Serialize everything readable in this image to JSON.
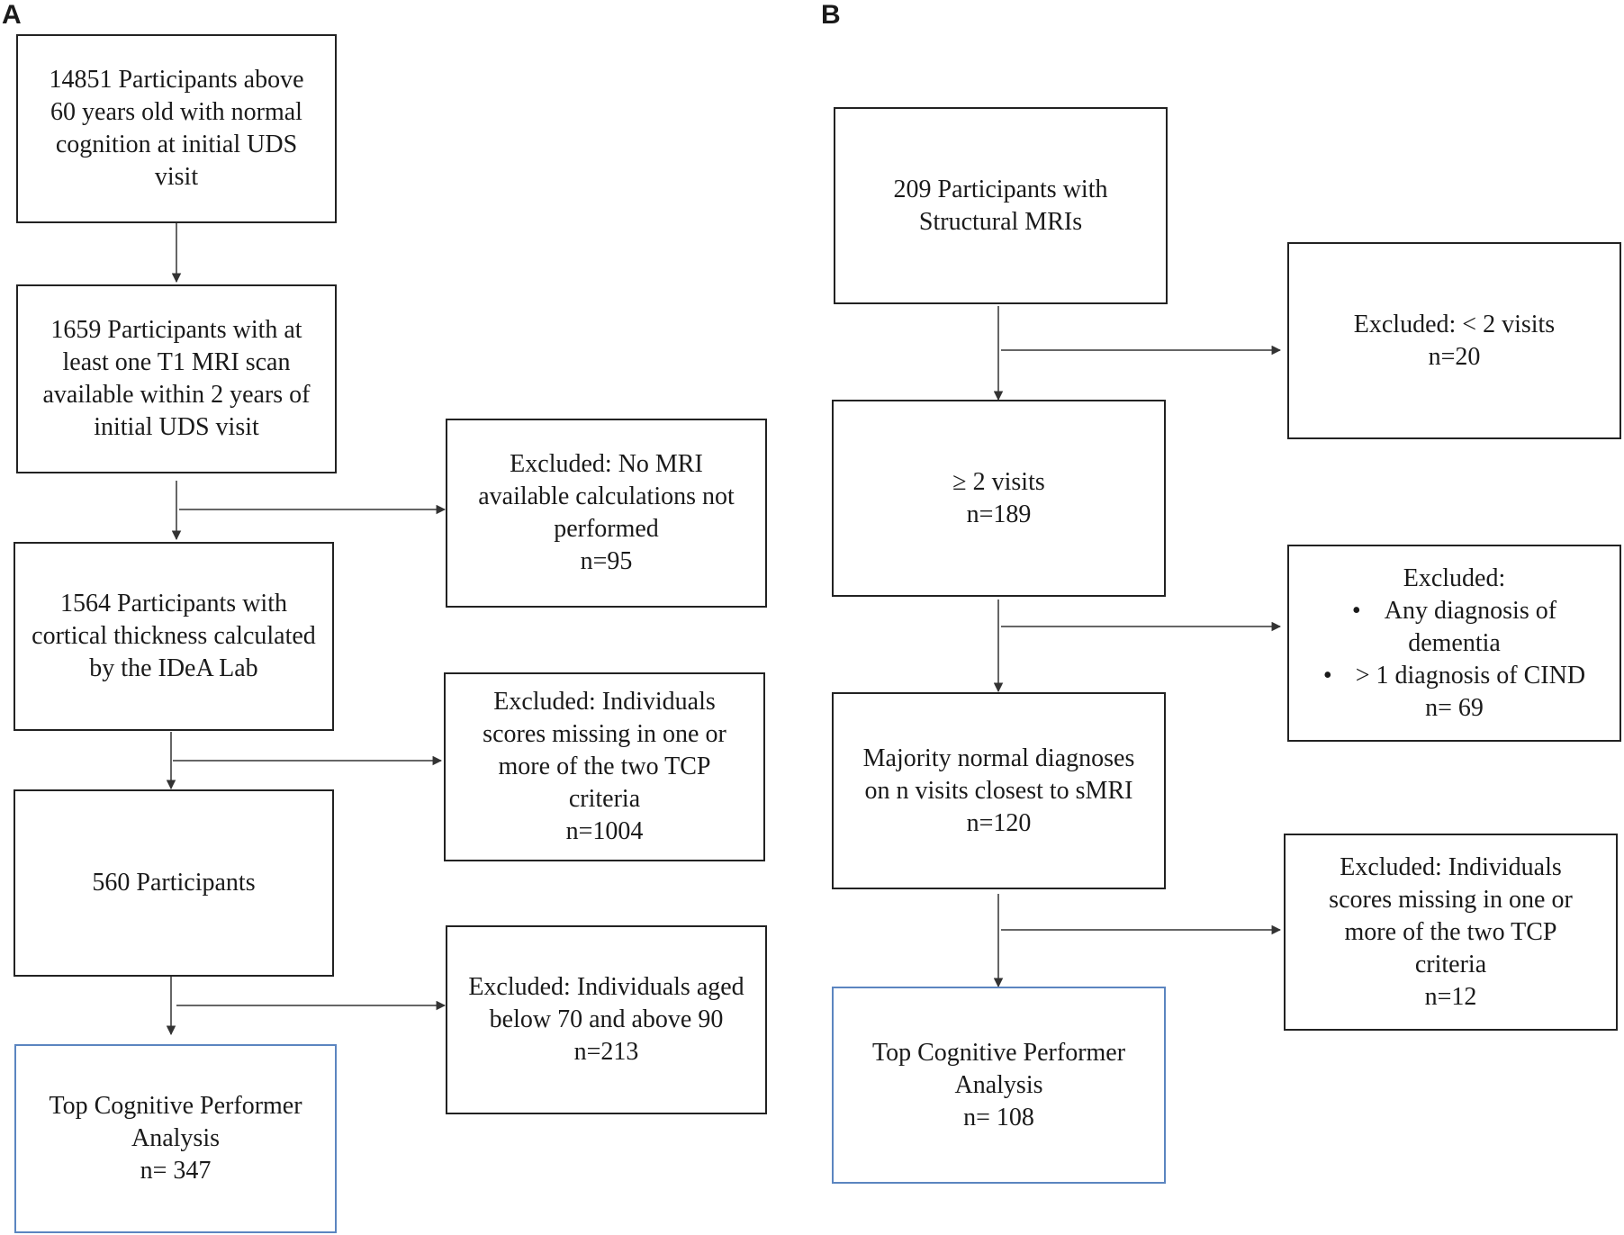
{
  "panels": {
    "A": {
      "label": "A",
      "flow": [
        {
          "lines": [
            "14851 Participants above",
            "60 years old with normal",
            "cognition at initial UDS",
            "visit"
          ]
        },
        {
          "lines": [
            "1659 Participants with at",
            "least one T1 MRI scan",
            "available within 2 years of",
            "initial UDS visit"
          ]
        },
        {
          "lines": [
            "1564 Participants with",
            "cortical thickness calculated",
            "by the IDeA Lab"
          ]
        },
        {
          "lines": [
            "560 Participants"
          ]
        },
        {
          "lines": [
            "Top Cognitive Performer",
            "Analysis",
            "n= 347"
          ]
        }
      ],
      "exclusions": [
        {
          "lines": [
            "Excluded: No MRI",
            "available calculations not",
            "performed",
            "n=95"
          ]
        },
        {
          "lines": [
            "Excluded: Individuals",
            "scores missing in one or",
            "more of the two TCP",
            "criteria",
            "n=1004"
          ]
        },
        {
          "lines": [
            "Excluded: Individuals aged",
            "below 70 and above 90",
            "n=213"
          ]
        }
      ]
    },
    "B": {
      "label": "B",
      "flow": [
        {
          "lines": [
            "209 Participants with",
            "Structural MRIs"
          ]
        },
        {
          "lines": [
            "≥ 2 visits",
            "n=189"
          ]
        },
        {
          "lines": [
            "Majority normal diagnoses",
            "on n visits closest to sMRI",
            "n=120"
          ]
        },
        {
          "lines": [
            "Top Cognitive Performer",
            "Analysis",
            "n= 108"
          ]
        }
      ],
      "exclusions": [
        {
          "lines": [
            "Excluded: < 2 visits",
            "n=20"
          ]
        },
        {
          "heading": "Excluded:",
          "bullet_symbol": "•",
          "bullets": [
            "Any diagnosis of",
            "dementia",
            "> 1 diagnosis of CIND"
          ],
          "footer": "n= 69"
        },
        {
          "lines": [
            "Excluded: Individuals",
            "scores missing in one or",
            "more of the two TCP",
            "criteria",
            "n=12"
          ]
        }
      ]
    }
  },
  "colors": {
    "box_border": "#222222",
    "final_box_border": "#5b85c0",
    "connector": "#333333"
  }
}
